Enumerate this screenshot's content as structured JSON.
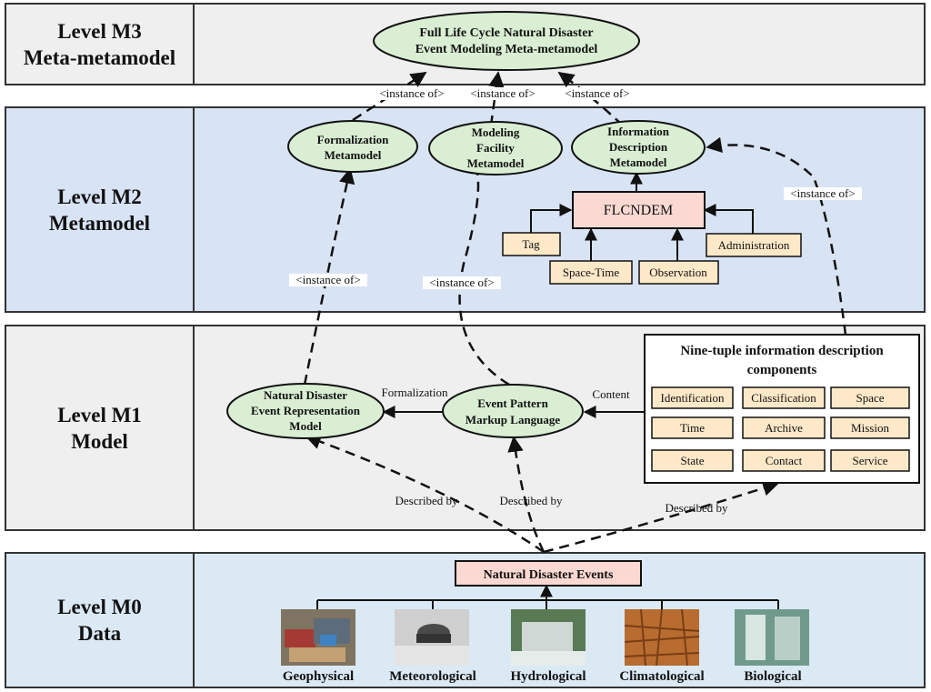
{
  "levels": {
    "m3": {
      "line1": "Level M3",
      "line2": "Meta-metamodel"
    },
    "m2": {
      "line1": "Level M2",
      "line2": "Metamodel"
    },
    "m1": {
      "line1": "Level M1",
      "line2": "Model"
    },
    "m0": {
      "line1": "Level M0",
      "line2": "Data"
    }
  },
  "nodes": {
    "meta_metamodel": [
      "Full Life Cycle Natural Disaster",
      "Event Modeling Meta-metamodel"
    ],
    "formalization_metamodel": [
      "Formalization",
      "Metamodel"
    ],
    "modeling_facility_metamodel": [
      "Modeling",
      "Facility",
      "Metamodel"
    ],
    "information_description_metamodel": [
      "Information",
      "Description",
      "Metamodel"
    ],
    "flcndem": "FLCNDEM",
    "tag": "Tag",
    "space_time": "Space-Time",
    "observation": "Observation",
    "administration": "Administration",
    "ndem": [
      "Natural Disaster",
      "Event Representation",
      "Model"
    ],
    "epml": [
      "Event Pattern",
      "Markup Language"
    ],
    "nine_tuple_title": [
      "Nine-tuple information description",
      "components"
    ],
    "nine_tuple_cells": [
      "Identification",
      "Classification",
      "Space",
      "Time",
      "Archive",
      "Mission",
      "State",
      "Contact",
      "Service"
    ],
    "natural_disaster_events": "Natural Disaster Events",
    "categories": [
      "Geophysical",
      "Meteorological",
      "Hydrological",
      "Climatological",
      "Biological"
    ]
  },
  "edge_labels": {
    "instance_of": "<instance of>",
    "formalization": "Formalization",
    "content": "Content",
    "described_by": "Described by"
  },
  "colors": {
    "ellipse_fill": "#d9eed3",
    "box_fill": "#fde8c8",
    "flcndem_fill": "#fbd9d2",
    "band_gray": "#efefef",
    "band_blue": "#d8e3f4",
    "band_light_blue": "#dbe9f5"
  }
}
